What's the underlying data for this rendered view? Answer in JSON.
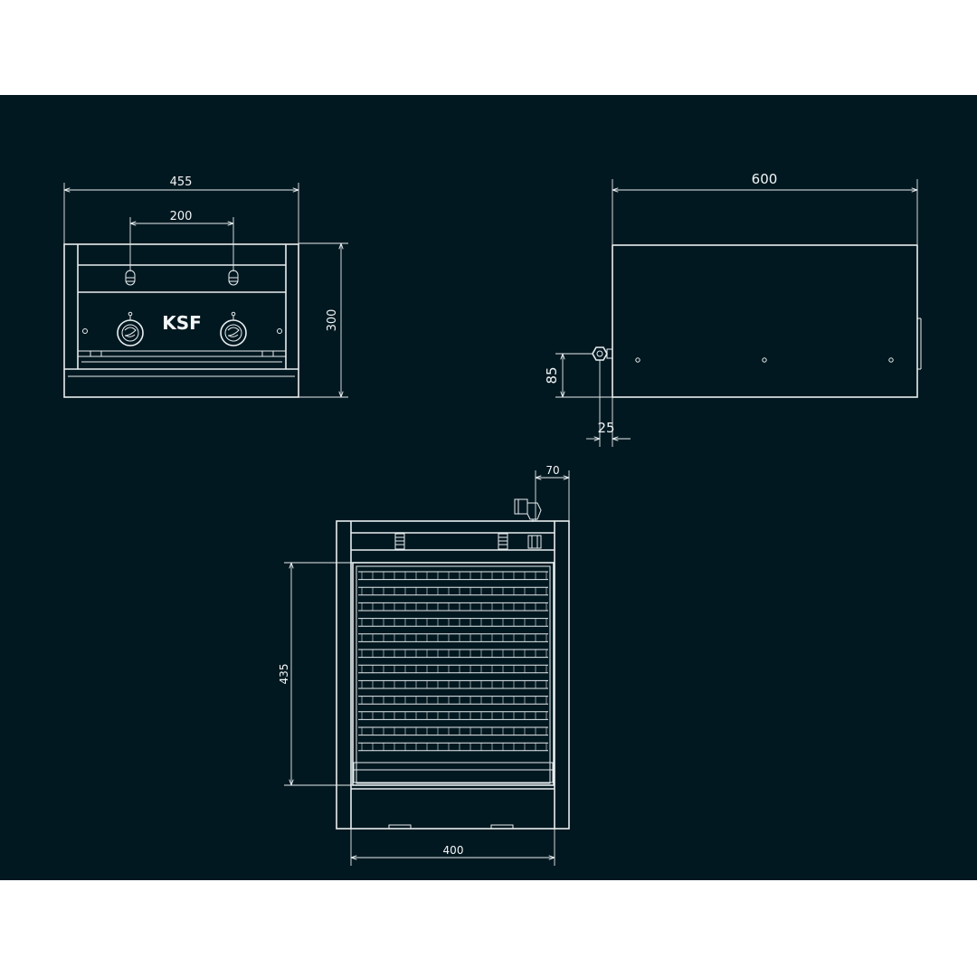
{
  "drawing": {
    "background": "#021820",
    "line_color": "#e8eef0"
  },
  "front_view": {
    "brand": "KSF",
    "dims": {
      "width": "455",
      "knob_spacing": "200",
      "height": "300"
    }
  },
  "side_view": {
    "dims": {
      "depth": "600",
      "gas_height": "85",
      "gas_offset": "25"
    }
  },
  "top_view": {
    "dims": {
      "gas_side": "70",
      "grill_depth": "435",
      "inner_width": "400"
    }
  }
}
